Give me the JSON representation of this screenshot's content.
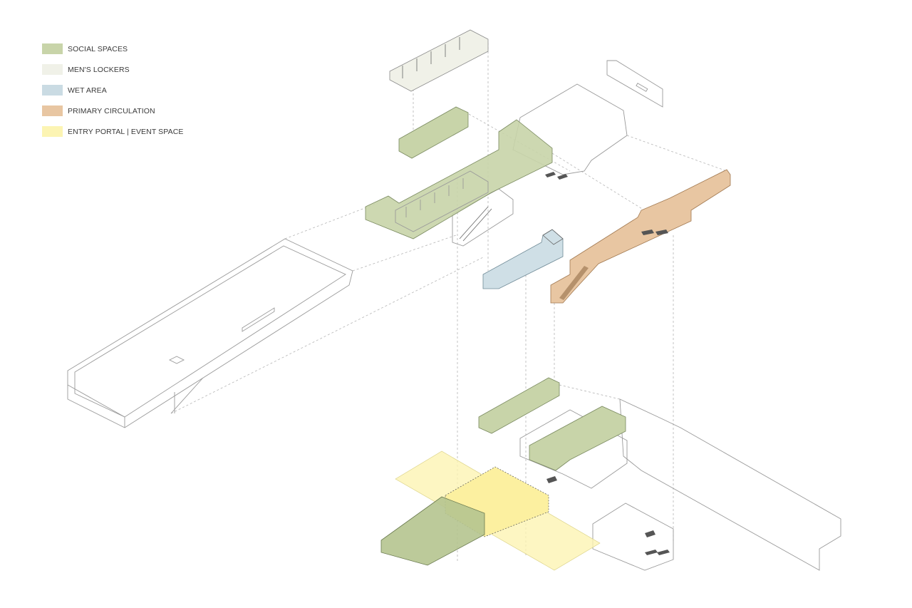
{
  "legend": [
    {
      "label": "SOCIAL SPACES",
      "color": "#c8d4a9"
    },
    {
      "label": "MEN'S LOCKERS",
      "color": "#f0f1e8"
    },
    {
      "label": "WET AREA",
      "color": "#cadbe3"
    },
    {
      "label": "PRIMARY CIRCULATION",
      "color": "#e8c6a2"
    },
    {
      "label": "ENTRY PORTAL | EVENT SPACE",
      "color": "#fcf4b3"
    }
  ]
}
